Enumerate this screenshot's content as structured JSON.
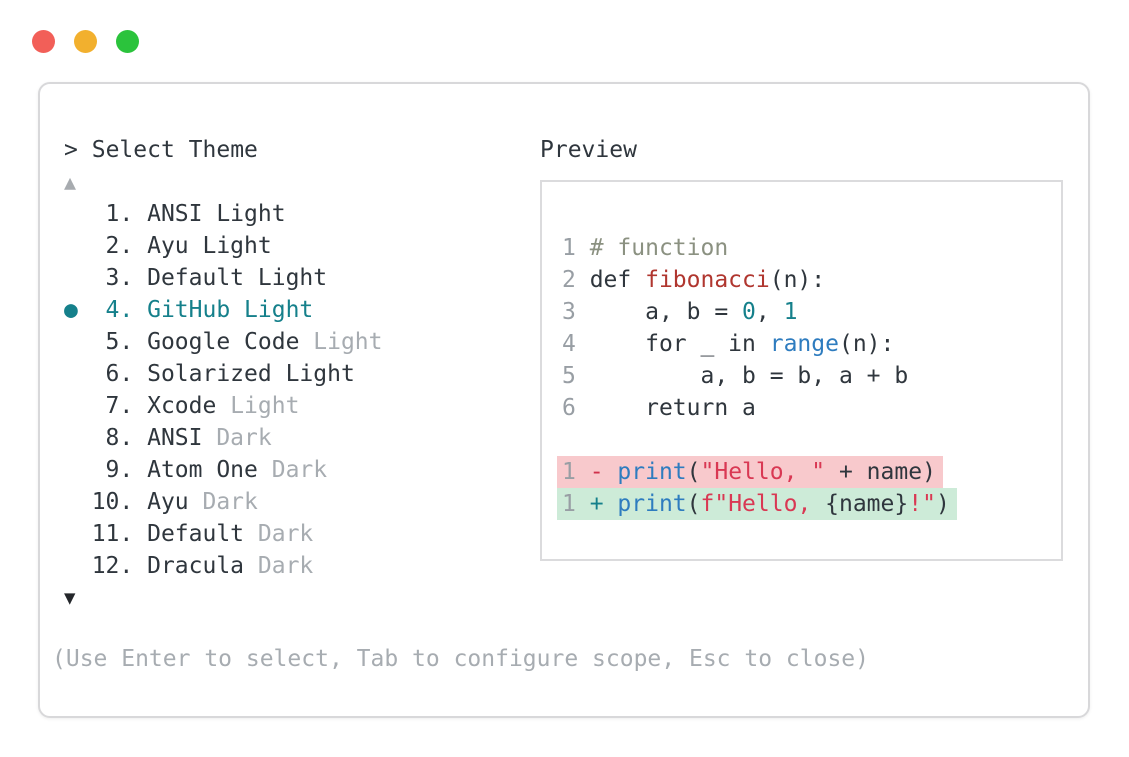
{
  "window": {
    "traffic_lights": [
      {
        "name": "close",
        "color": "#f25f58"
      },
      {
        "name": "minimize",
        "color": "#f2b02e"
      },
      {
        "name": "zoom",
        "color": "#2bc33c"
      }
    ]
  },
  "theme_selector": {
    "prompt": ">",
    "title": "Select Theme",
    "scroll_up_icon": "▲",
    "scroll_down_icon": "▼",
    "selected_bullet": "●",
    "items": [
      {
        "number": "1",
        "name": "ANSI Light",
        "variant": "",
        "selected": false
      },
      {
        "number": "2",
        "name": "Ayu Light",
        "variant": "",
        "selected": false
      },
      {
        "number": "3",
        "name": "Default Light",
        "variant": "",
        "selected": false
      },
      {
        "number": "4",
        "name": "GitHub Light",
        "variant": "",
        "selected": true
      },
      {
        "number": "5",
        "name": "Google Code",
        "variant": "Light",
        "selected": false
      },
      {
        "number": "6",
        "name": "Solarized Light",
        "variant": "",
        "selected": false
      },
      {
        "number": "7",
        "name": "Xcode",
        "variant": "Light",
        "selected": false
      },
      {
        "number": "8",
        "name": "ANSI",
        "variant": "Dark",
        "selected": false
      },
      {
        "number": "9",
        "name": "Atom One",
        "variant": "Dark",
        "selected": false
      },
      {
        "number": "10",
        "name": "Ayu",
        "variant": "Dark",
        "selected": false
      },
      {
        "number": "11",
        "name": "Default",
        "variant": "Dark",
        "selected": false
      },
      {
        "number": "12",
        "name": "Dracula",
        "variant": "Dark",
        "selected": false
      }
    ],
    "footer_hint": "(Use Enter to select, Tab to configure scope, Esc to close)"
  },
  "preview": {
    "title": "Preview",
    "code_lines": [
      {
        "number": "1",
        "tokens": [
          {
            "t": "# function",
            "c": "comment"
          }
        ]
      },
      {
        "number": "2",
        "tokens": [
          {
            "t": "def ",
            "c": "text"
          },
          {
            "t": "fibonacci",
            "c": "func"
          },
          {
            "t": "(n):",
            "c": "text"
          }
        ]
      },
      {
        "number": "3",
        "tokens": [
          {
            "t": "    a, b = ",
            "c": "text"
          },
          {
            "t": "0",
            "c": "num"
          },
          {
            "t": ", ",
            "c": "text"
          },
          {
            "t": "1",
            "c": "num"
          }
        ]
      },
      {
        "number": "4",
        "tokens": [
          {
            "t": "    for _ in ",
            "c": "text"
          },
          {
            "t": "range",
            "c": "blue"
          },
          {
            "t": "(n):",
            "c": "text"
          }
        ]
      },
      {
        "number": "5",
        "tokens": [
          {
            "t": "        a, b = b, a + b",
            "c": "text"
          }
        ]
      },
      {
        "number": "6",
        "tokens": [
          {
            "t": "    return a",
            "c": "text"
          }
        ]
      }
    ],
    "diff_lines": [
      {
        "number": "1",
        "sign": "-",
        "type": "removed",
        "tokens": [
          {
            "t": "print",
            "c": "blue"
          },
          {
            "t": "(",
            "c": "text"
          },
          {
            "t": "\"Hello, \"",
            "c": "string"
          },
          {
            "t": " + name)",
            "c": "text"
          }
        ]
      },
      {
        "number": "1",
        "sign": "+",
        "type": "added",
        "tokens": [
          {
            "t": "print",
            "c": "blue"
          },
          {
            "t": "(",
            "c": "text"
          },
          {
            "t": "f\"Hello, ",
            "c": "string"
          },
          {
            "t": "{name}",
            "c": "text"
          },
          {
            "t": "!\"",
            "c": "string"
          },
          {
            "t": ")",
            "c": "text"
          }
        ]
      }
    ]
  },
  "colors": {
    "accent_teal": "#15808b",
    "text_dark": "#2f363d",
    "text_muted": "#a7acb1",
    "line_number": "#989ea4",
    "comment": "#8b9181",
    "function_red": "#b0362f",
    "string_red": "#d93853",
    "keyword_blue": "#2e7cbf",
    "diff_removed_bg": "#f8c9cc",
    "diff_added_bg": "#cdebd8",
    "window_border": "#d8d8da"
  }
}
